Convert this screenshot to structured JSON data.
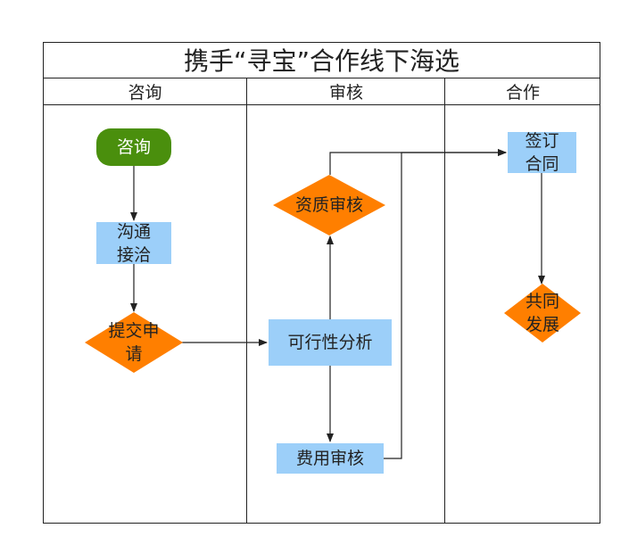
{
  "title": "携手“寻宝”合作线下海选",
  "lanes": [
    {
      "label": "咨询"
    },
    {
      "label": "审核"
    },
    {
      "label": "合作"
    }
  ],
  "nodes": {
    "consult": {
      "label": "咨询",
      "shape": "rounded",
      "color": "#4a8f0d"
    },
    "communicate": {
      "label": "沟通\n接洽",
      "shape": "rect",
      "color": "#9ccff9"
    },
    "submit": {
      "label": "提交申\n请",
      "shape": "diamond",
      "color": "#ff7f00"
    },
    "feasibility": {
      "label": "可行性分析",
      "shape": "rect",
      "color": "#9ccff9"
    },
    "qualification": {
      "label": "资质审核",
      "shape": "diamond",
      "color": "#ff7f00"
    },
    "cost_review": {
      "label": "费用审核",
      "shape": "rect",
      "color": "#9ccff9"
    },
    "sign_contract": {
      "label": "签订\n合同",
      "shape": "rect",
      "color": "#9ccff9"
    },
    "develop": {
      "label": "共同\n发展",
      "shape": "diamond",
      "color": "#ff7f00"
    }
  },
  "edges": [
    {
      "from": "consult",
      "to": "communicate"
    },
    {
      "from": "communicate",
      "to": "submit"
    },
    {
      "from": "submit",
      "to": "feasibility"
    },
    {
      "from": "feasibility",
      "to": "qualification"
    },
    {
      "from": "feasibility",
      "to": "cost_review"
    },
    {
      "from": "qualification",
      "to": "sign_contract"
    },
    {
      "from": "cost_review",
      "to": "sign_contract"
    },
    {
      "from": "sign_contract",
      "to": "develop"
    }
  ]
}
